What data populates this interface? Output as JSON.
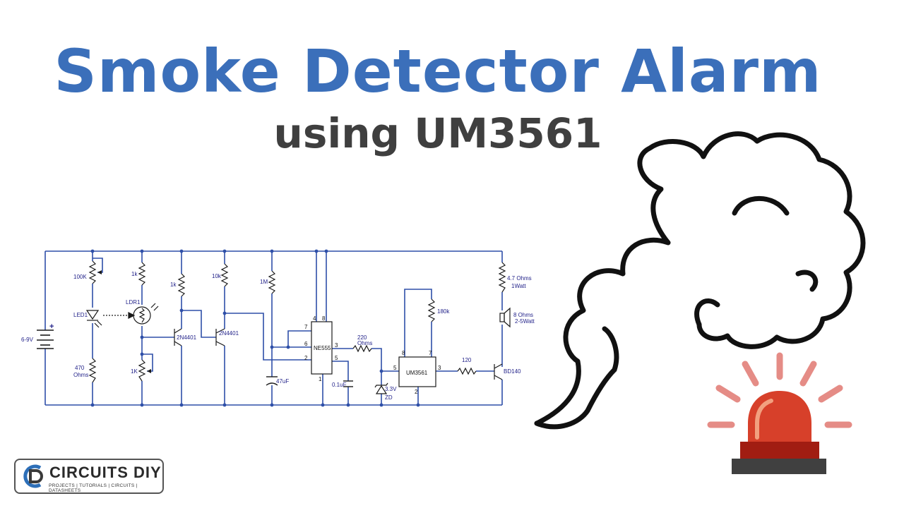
{
  "title": "Smoke Detector Alarm",
  "subtitle": "using UM3561",
  "circuit": {
    "supply": "6-9V",
    "plus": "+",
    "labels": {
      "r100k": "100K",
      "led1": "LED1",
      "r470a": "470",
      "r470b": "Ohms",
      "r1k_top": "1k",
      "ldr1": "LDR1",
      "pot1k": "1K",
      "r1k_mid": "1k",
      "q1": "2N4401",
      "r10k": "10k",
      "q2": "2N4401",
      "r1m": "1M",
      "c47": "47uF",
      "ne555": "NE555",
      "r220a": "220",
      "r220b": "Ohms",
      "c01": "0.1uF",
      "zd_v": "3.3V",
      "zd": "ZD",
      "r180k": "180k",
      "um3561": "UM3561",
      "r120": "120",
      "q3": "BD140",
      "r47a": "4.7 Ohms",
      "r47b": "1Watt",
      "spk_a": "8 Ohms",
      "spk_b": "2-5Watt"
    },
    "pins": {
      "p4": "4",
      "p8": "8",
      "p7": "7",
      "p6": "6",
      "p3": "3",
      "p2": "2",
      "p5": "5",
      "p1": "1",
      "u8": "8",
      "u7": "7",
      "u5": "5",
      "u3": "3",
      "u2": "2"
    }
  },
  "logo": {
    "name": "CIRCUITS DIY",
    "tagline": "PROJECTS | TUTORIALS | CIRCUITS | DATASHEETS"
  },
  "colors": {
    "title": "#3b6fba",
    "subtitle": "#3f3f3f",
    "wire": "#2e4fa8",
    "siren": "#d7402a",
    "rays": "#e58c86"
  }
}
